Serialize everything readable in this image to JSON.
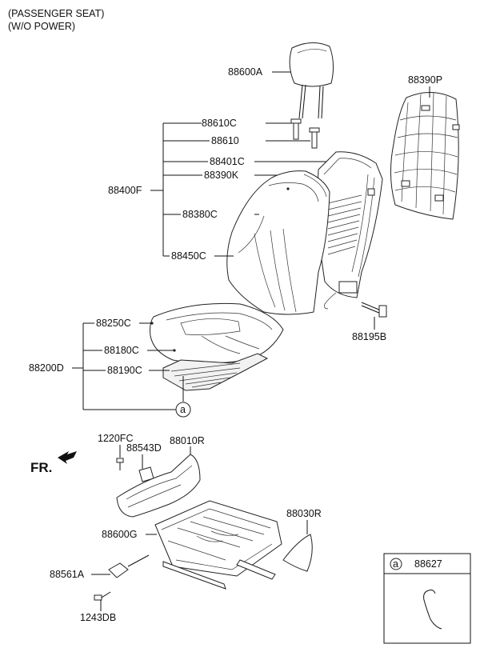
{
  "header": {
    "line1": "(PASSENGER SEAT)",
    "line2": "(W/O POWER)"
  },
  "fr_label": "FR.",
  "callout_symbol": "a",
  "parts": {
    "headrest": "88600A",
    "back_board": "88390P",
    "guide_c": "88610C",
    "guide": "88610",
    "back_frame": "88401C",
    "back_pad_ring": "88390K",
    "back_assy": "88400F",
    "back_cover": "88380C",
    "back_pad": "88450C",
    "bolt": "88195B",
    "cushion_cover": "88250C",
    "cushion_pad": "88180C",
    "cushion_assy": "88200D",
    "cushion_wire": "88190C",
    "screw": "1220FC",
    "knob": "88543D",
    "shield_r": "88010R",
    "cover_r": "88030R",
    "track_assy": "88600G",
    "track_cover": "88561A",
    "bolt_2": "1243DB",
    "inset_part": "88627"
  }
}
